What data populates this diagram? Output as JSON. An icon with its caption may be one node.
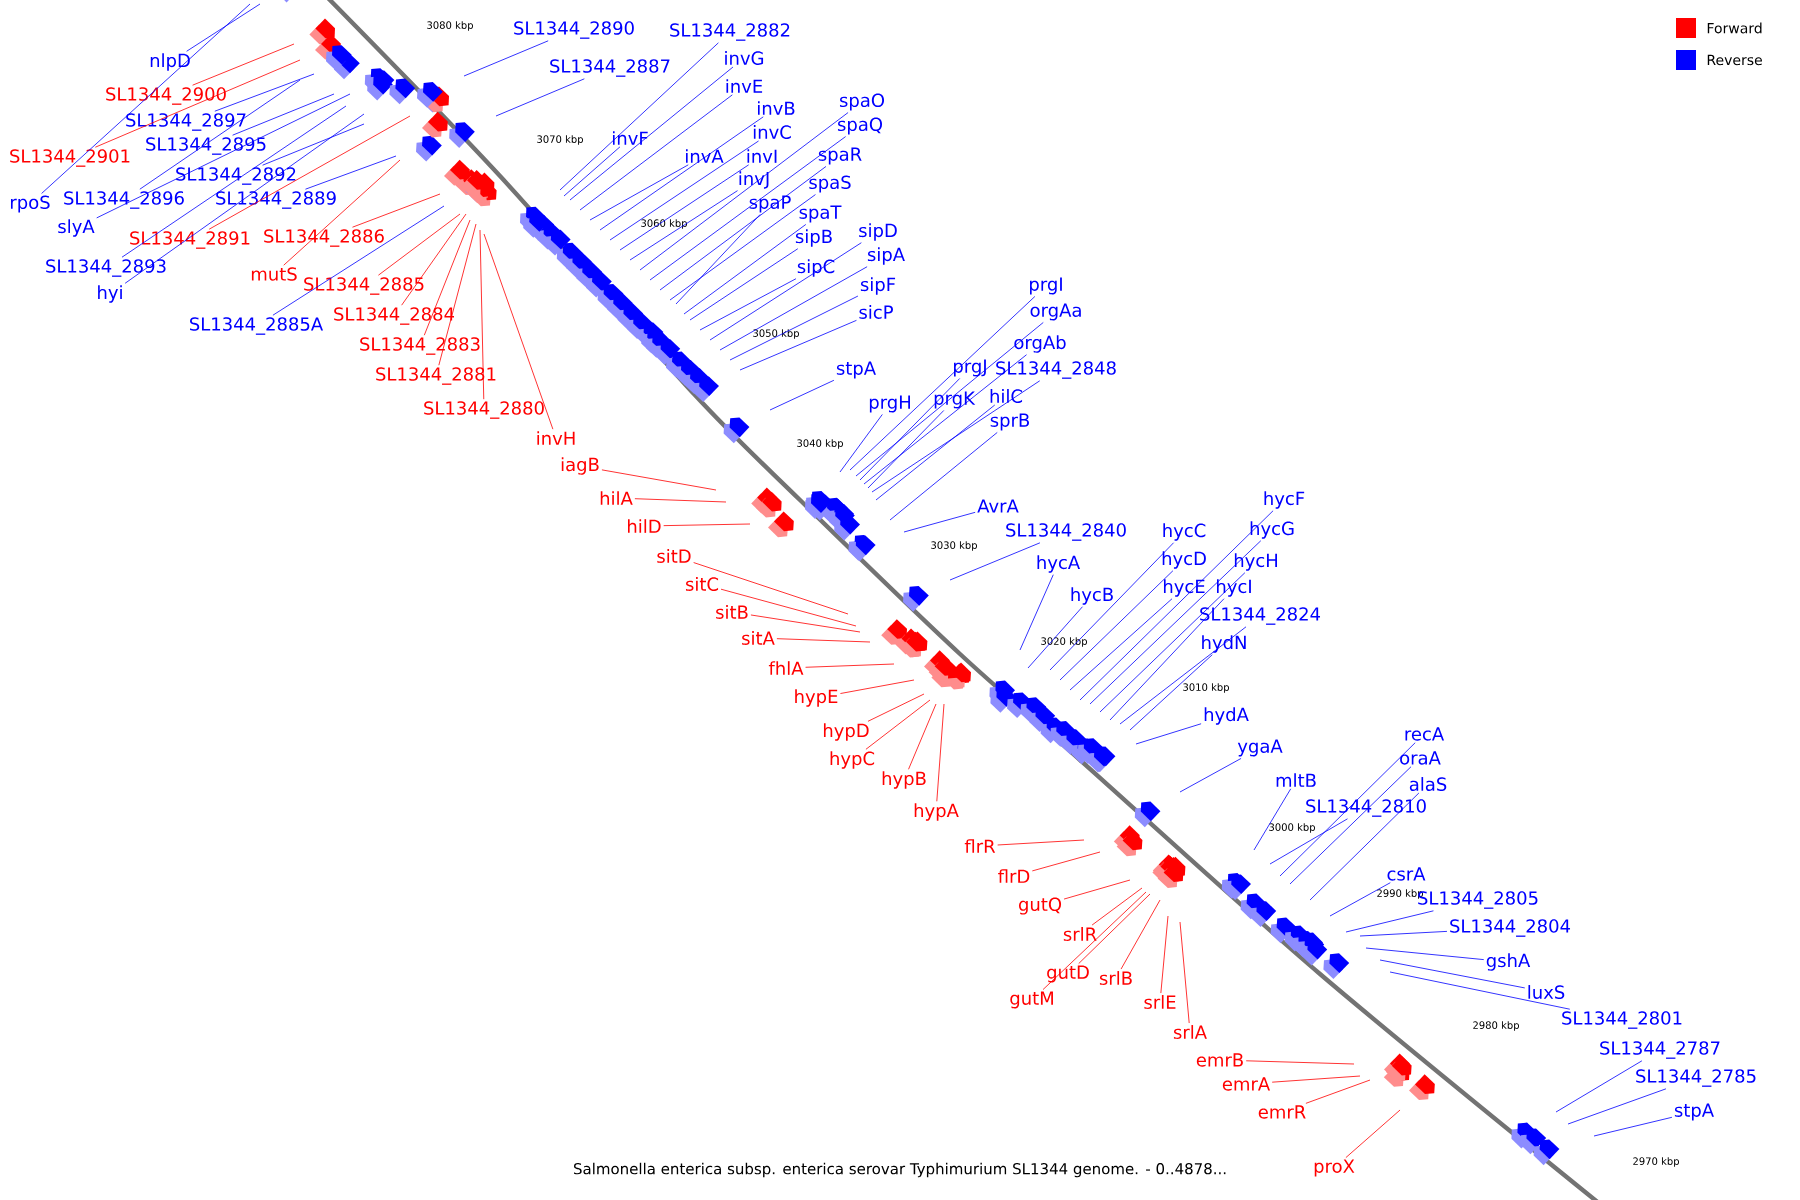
{
  "diagram": {
    "caption": "Salmonella enterica subsp. enterica serovar Typhimurium SL1344 genome. - 0..4878...",
    "nodes": [
      {
        "text": [
          "nlpD"
        ]
      },
      {
        "text": [
          "SL1344_2900"
        ]
      },
      {
        "text": [
          "SL1344_2897"
        ]
      },
      {
        "text": [
          "SL1344_2901"
        ]
      },
      {
        "text": [
          "SL1344_2895"
        ]
      },
      {
        "text": [
          "SL1344_2892"
        ]
      },
      {
        "text": [
          "rpoS"
        ]
      },
      {
        "text": [
          "SL1344_2896"
        ]
      },
      {
        "text": [
          "SL1344_2889"
        ]
      },
      {
        "text": [
          "slyA"
        ]
      },
      {
        "text": [
          "SL1344_2891"
        ]
      },
      {
        "text": [
          "SL1344_2886"
        ]
      },
      {
        "text": [
          "SL1344_2893"
        ]
      },
      {
        "text": [
          "mutS"
        ]
      },
      {
        "text": [
          "hyi"
        ]
      },
      {
        "text": [
          "SL1344_2885"
        ]
      },
      {
        "text": [
          "SL1344_2885A"
        ]
      },
      {
        "text": [
          "SL1344_2884"
        ]
      },
      {
        "text": [
          "SL1344_2883"
        ]
      },
      {
        "text": [
          "SL1344_2881"
        ]
      },
      {
        "text": [
          "SL1344_2880"
        ]
      },
      {
        "text": [
          "invH"
        ]
      },
      {
        "text": [
          "SL1344_2890"
        ]
      },
      {
        "text": [
          "SL1344_2882"
        ]
      },
      {
        "text": [
          "SL1344_2887"
        ]
      },
      {
        "text": [
          "invG"
        ]
      },
      {
        "text": [
          "invE"
        ]
      },
      {
        "text": [
          "invF"
        ]
      },
      {
        "text": [
          "invB"
        ]
      },
      {
        "text": [
          "invC"
        ]
      },
      {
        "text": [
          "invA"
        ]
      },
      {
        "text": [
          "invI"
        ]
      },
      {
        "text": [
          "invJ"
        ]
      },
      {
        "text": [
          "spaO"
        ]
      },
      {
        "text": [
          "spaQ"
        ]
      },
      {
        "text": [
          "spaR"
        ]
      },
      {
        "text": [
          "spaS"
        ]
      },
      {
        "text": [
          "spaP"
        ]
      },
      {
        "text": [
          "spaT"
        ]
      },
      {
        "text": [
          "sipB"
        ]
      },
      {
        "text": [
          "sipC"
        ]
      },
      {
        "text": [
          "sipD"
        ]
      },
      {
        "text": [
          "sipA"
        ]
      },
      {
        "text": [
          "sipF"
        ]
      },
      {
        "text": [
          "sicP"
        ]
      },
      {
        "text": [
          "stpA"
        ]
      },
      {
        "text": [
          "prgI"
        ]
      },
      {
        "text": [
          "orgAa"
        ]
      },
      {
        "text": [
          "orgAb"
        ]
      },
      {
        "text": [
          "prgJ"
        ]
      },
      {
        "text": [
          "SL1344_2848"
        ]
      },
      {
        "text": [
          "prgH"
        ]
      },
      {
        "text": [
          "prgK"
        ]
      },
      {
        "text": [
          "hilC"
        ]
      },
      {
        "text": [
          "sprB"
        ]
      },
      {
        "text": [
          "AvrA"
        ]
      },
      {
        "text": [
          "SL1344_2840"
        ]
      },
      {
        "text": [
          "hycA"
        ]
      },
      {
        "text": [
          "hycB"
        ]
      },
      {
        "text": [
          "hycC"
        ]
      },
      {
        "text": [
          "hycD"
        ]
      },
      {
        "text": [
          "hycE"
        ]
      },
      {
        "text": [
          "hycF"
        ]
      },
      {
        "text": [
          "hycG"
        ]
      },
      {
        "text": [
          "hycH"
        ]
      },
      {
        "text": [
          "hycI"
        ]
      },
      {
        "text": [
          "SL1344_2824"
        ]
      },
      {
        "text": [
          "hydN"
        ]
      },
      {
        "text": [
          "hydA"
        ]
      },
      {
        "text": [
          "ygaA"
        ]
      },
      {
        "text": [
          "mltB"
        ]
      },
      {
        "text": [
          "recA"
        ]
      },
      {
        "text": [
          "oraA"
        ]
      },
      {
        "text": [
          "alaS"
        ]
      },
      {
        "text": [
          "SL1344_2810"
        ]
      },
      {
        "text": [
          "csrA"
        ]
      },
      {
        "text": [
          "SL1344_2805"
        ]
      },
      {
        "text": [
          "SL1344_2804"
        ]
      },
      {
        "text": [
          "gshA"
        ]
      },
      {
        "text": [
          "luxS"
        ]
      },
      {
        "text": [
          "SL1344_2801"
        ]
      },
      {
        "text": [
          "SL1344_2787"
        ]
      },
      {
        "text": [
          "SL1344_2785"
        ]
      },
      {
        "text": [
          "stpA"
        ]
      },
      {
        "text": [
          "iagB"
        ]
      },
      {
        "text": [
          "hilA"
        ]
      },
      {
        "text": [
          "hilD"
        ]
      },
      {
        "text": [
          "sitD"
        ]
      },
      {
        "text": [
          "sitC"
        ]
      },
      {
        "text": [
          "sitB"
        ]
      },
      {
        "text": [
          "sitA"
        ]
      },
      {
        "text": [
          "fhlA"
        ]
      },
      {
        "text": [
          "hypE"
        ]
      },
      {
        "text": [
          "hypD"
        ]
      },
      {
        "text": [
          "hypC"
        ]
      },
      {
        "text": [
          "hypB"
        ]
      },
      {
        "text": [
          "hypA"
        ]
      },
      {
        "text": [
          "flrR"
        ]
      },
      {
        "text": [
          "flrD"
        ]
      },
      {
        "text": [
          "gutQ"
        ]
      },
      {
        "text": [
          "srlR"
        ]
      },
      {
        "text": [
          "gutD"
        ]
      },
      {
        "text": [
          "gutM"
        ]
      },
      {
        "text": [
          "srlB"
        ]
      },
      {
        "text": [
          "srlE"
        ]
      },
      {
        "text": [
          "srlA"
        ]
      },
      {
        "text": [
          "emrB"
        ]
      },
      {
        "text": [
          "emrA"
        ]
      },
      {
        "text": [
          "emrR"
        ]
      },
      {
        "text": [
          "proX"
        ]
      }
    ],
    "edges": [
      {
        "from": 0,
        "to": null,
        "arrow": "none"
      },
      {
        "from": 1,
        "to": null,
        "arrow": "none",
        "color": "#ff0000"
      },
      {
        "from": 2,
        "to": null,
        "arrow": "none"
      },
      {
        "from": 3,
        "to": null,
        "arrow": "none",
        "color": "#ff0000"
      },
      {
        "from": 4,
        "to": null,
        "arrow": "none"
      },
      {
        "from": 5,
        "to": null,
        "arrow": "none"
      },
      {
        "from": 6,
        "to": null,
        "arrow": "none"
      },
      {
        "from": 7,
        "to": null,
        "arrow": "none"
      },
      {
        "from": 8,
        "to": null,
        "arrow": "none"
      },
      {
        "from": 9,
        "to": null,
        "arrow": "none"
      },
      {
        "from": 10,
        "to": null,
        "arrow": "none",
        "color": "#ff0000"
      },
      {
        "from": 11,
        "to": null,
        "arrow": "none",
        "color": "#ff0000"
      },
      {
        "from": 12,
        "to": null,
        "arrow": "none"
      },
      {
        "from": 13,
        "to": null,
        "arrow": "none",
        "color": "#ff0000"
      },
      {
        "from": 14,
        "to": null,
        "arrow": "none"
      },
      {
        "from": 15,
        "to": null,
        "arrow": "none",
        "color": "#ff0000"
      },
      {
        "from": 16,
        "to": null,
        "arrow": "none"
      },
      {
        "from": 17,
        "to": null,
        "arrow": "none",
        "color": "#ff0000"
      },
      {
        "from": 18,
        "to": null,
        "arrow": "none",
        "color": "#ff0000"
      },
      {
        "from": 19,
        "to": null,
        "arrow": "none",
        "color": "#ff0000"
      },
      {
        "from": 20,
        "to": null,
        "arrow": "none",
        "color": "#ff0000"
      },
      {
        "from": 21,
        "to": null,
        "arrow": "none",
        "color": "#ff0000"
      },
      {
        "from": 22,
        "to": null,
        "arrow": "none"
      },
      {
        "from": 23,
        "to": null,
        "arrow": "none"
      },
      {
        "from": 24,
        "to": null,
        "arrow": "none"
      },
      {
        "from": 25,
        "to": null,
        "arrow": "none"
      },
      {
        "from": 26,
        "to": null,
        "arrow": "none"
      },
      {
        "from": 27,
        "to": null,
        "arrow": "none"
      },
      {
        "from": 28,
        "to": null,
        "arrow": "none"
      },
      {
        "from": 29,
        "to": null,
        "arrow": "none"
      },
      {
        "from": 30,
        "to": null,
        "arrow": "none"
      },
      {
        "from": 31,
        "to": null,
        "arrow": "none"
      },
      {
        "from": 32,
        "to": null,
        "arrow": "none"
      },
      {
        "from": 33,
        "to": null,
        "arrow": "none"
      },
      {
        "from": 34,
        "to": null,
        "arrow": "none"
      },
      {
        "from": 35,
        "to": null,
        "arrow": "none"
      },
      {
        "from": 36,
        "to": null,
        "arrow": "none"
      },
      {
        "from": 37,
        "to": null,
        "arrow": "none"
      },
      {
        "from": 38,
        "to": null,
        "arrow": "none"
      },
      {
        "from": 39,
        "to": null,
        "arrow": "none"
      },
      {
        "from": 40,
        "to": null,
        "arrow": "none"
      },
      {
        "from": 41,
        "to": null,
        "arrow": "none"
      },
      {
        "from": 42,
        "to": null,
        "arrow": "none"
      },
      {
        "from": 43,
        "to": null,
        "arrow": "none"
      },
      {
        "from": 44,
        "to": null,
        "arrow": "none"
      },
      {
        "from": 45,
        "to": null,
        "arrow": "none"
      },
      {
        "from": 46,
        "to": null,
        "arrow": "none"
      },
      {
        "from": 47,
        "to": null,
        "arrow": "none"
      },
      {
        "from": 48,
        "to": null,
        "arrow": "none"
      },
      {
        "from": 49,
        "to": null,
        "arrow": "none"
      },
      {
        "from": 50,
        "to": null,
        "arrow": "none"
      },
      {
        "from": 51,
        "to": null,
        "arrow": "none"
      },
      {
        "from": 52,
        "to": null,
        "arrow": "none"
      },
      {
        "from": 53,
        "to": null,
        "arrow": "none"
      },
      {
        "from": 54,
        "to": null,
        "arrow": "none"
      },
      {
        "from": 55,
        "to": null,
        "arrow": "none"
      },
      {
        "from": 56,
        "to": null,
        "arrow": "none"
      },
      {
        "from": 57,
        "to": null,
        "arrow": "none"
      },
      {
        "from": 58,
        "to": null,
        "arrow": "none"
      },
      {
        "from": 59,
        "to": null,
        "arrow": "none"
      },
      {
        "from": 60,
        "to": null,
        "arrow": "none"
      },
      {
        "from": 61,
        "to": null,
        "arrow": "none"
      },
      {
        "from": 62,
        "to": null,
        "arrow": "none"
      },
      {
        "from": 63,
        "to": null,
        "arrow": "none"
      },
      {
        "from": 64,
        "to": null,
        "arrow": "none"
      },
      {
        "from": 65,
        "to": null,
        "arrow": "none"
      },
      {
        "from": 66,
        "to": null,
        "arrow": "none"
      },
      {
        "from": 67,
        "to": null,
        "arrow": "none"
      },
      {
        "from": 68,
        "to": null,
        "arrow": "none"
      },
      {
        "from": 69,
        "to": null,
        "arrow": "none"
      },
      {
        "from": 70,
        "to": null,
        "arrow": "none"
      },
      {
        "from": 71,
        "to": null,
        "arrow": "none"
      },
      {
        "from": 72,
        "to": null,
        "arrow": "none"
      },
      {
        "from": 73,
        "to": null,
        "arrow": "none"
      },
      {
        "from": 74,
        "to": null,
        "arrow": "none"
      },
      {
        "from": 75,
        "to": null,
        "arrow": "none"
      },
      {
        "from": 76,
        "to": null,
        "arrow": "none"
      },
      {
        "from": 77,
        "to": null,
        "arrow": "none"
      },
      {
        "from": 78,
        "to": null,
        "arrow": "none"
      },
      {
        "from": 79,
        "to": null,
        "arrow": "none"
      },
      {
        "from": 80,
        "to": null,
        "arrow": "none"
      },
      {
        "from": 81,
        "to": null,
        "arrow": "none"
      },
      {
        "from": 82,
        "to": null,
        "arrow": "none"
      },
      {
        "from": 83,
        "to": null,
        "arrow": "none"
      },
      {
        "from": 84,
        "to": null,
        "arrow": "none",
        "color": "#ff0000"
      },
      {
        "from": 85,
        "to": null,
        "arrow": "none",
        "color": "#ff0000"
      },
      {
        "from": 86,
        "to": null,
        "arrow": "none",
        "color": "#ff0000"
      },
      {
        "from": 87,
        "to": null,
        "arrow": "none",
        "color": "#ff0000"
      },
      {
        "from": 88,
        "to": null,
        "arrow": "none",
        "color": "#ff0000"
      },
      {
        "from": 89,
        "to": null,
        "arrow": "none",
        "color": "#ff0000"
      },
      {
        "from": 90,
        "to": null,
        "arrow": "none",
        "color": "#ff0000"
      },
      {
        "from": 91,
        "to": null,
        "arrow": "none",
        "color": "#ff0000"
      },
      {
        "from": 92,
        "to": null,
        "arrow": "none",
        "color": "#ff0000"
      },
      {
        "from": 93,
        "to": null,
        "arrow": "none",
        "color": "#ff0000"
      },
      {
        "from": 94,
        "to": null,
        "arrow": "none",
        "color": "#ff0000"
      },
      {
        "from": 95,
        "to": null,
        "arrow": "none",
        "color": "#ff0000"
      },
      {
        "from": 96,
        "to": null,
        "arrow": "none",
        "color": "#ff0000"
      },
      {
        "from": 97,
        "to": null,
        "arrow": "none",
        "color": "#ff0000"
      },
      {
        "from": 98,
        "to": null,
        "arrow": "none",
        "color": "#ff0000"
      },
      {
        "from": 99,
        "to": null,
        "arrow": "none",
        "color": "#ff0000"
      },
      {
        "from": 100,
        "to": null,
        "arrow": "none",
        "color": "#ff0000"
      },
      {
        "from": 101,
        "to": null,
        "arrow": "none",
        "color": "#ff0000"
      },
      {
        "from": 102,
        "to": null,
        "arrow": "none",
        "color": "#ff0000"
      },
      {
        "from": 103,
        "to": null,
        "arrow": "none",
        "color": "#ff0000"
      },
      {
        "from": 104,
        "to": null,
        "arrow": "none",
        "color": "#ff0000"
      },
      {
        "from": 105,
        "to": null,
        "arrow": "none",
        "color": "#ff0000"
      },
      {
        "from": 106,
        "to": null,
        "arrow": "none",
        "color": "#ff0000"
      },
      {
        "from": 107,
        "to": null,
        "arrow": "none",
        "color": "#ff0000"
      },
      {
        "from": 108,
        "to": null,
        "arrow": "none",
        "color": "#ff0000"
      },
      {
        "from": 109,
        "to": null,
        "arrow": "none",
        "color": "#ff0000"
      }
    ],
    "labels": [
      "3080 kbp",
      "3070 kbp",
      "3060 kbp",
      "3050 kbp",
      "3040 kbp",
      "3030 kbp",
      "3020 kbp",
      "3010 kbp",
      "3000 kbp",
      "2990 kbp",
      "2980 kbp",
      "2970 kbp"
    ],
    "legend": [
      {
        "text": "Forward",
        "color": "#ff0000"
      },
      {
        "text": "Reverse",
        "color": "#0000ff"
      }
    ]
  }
}
